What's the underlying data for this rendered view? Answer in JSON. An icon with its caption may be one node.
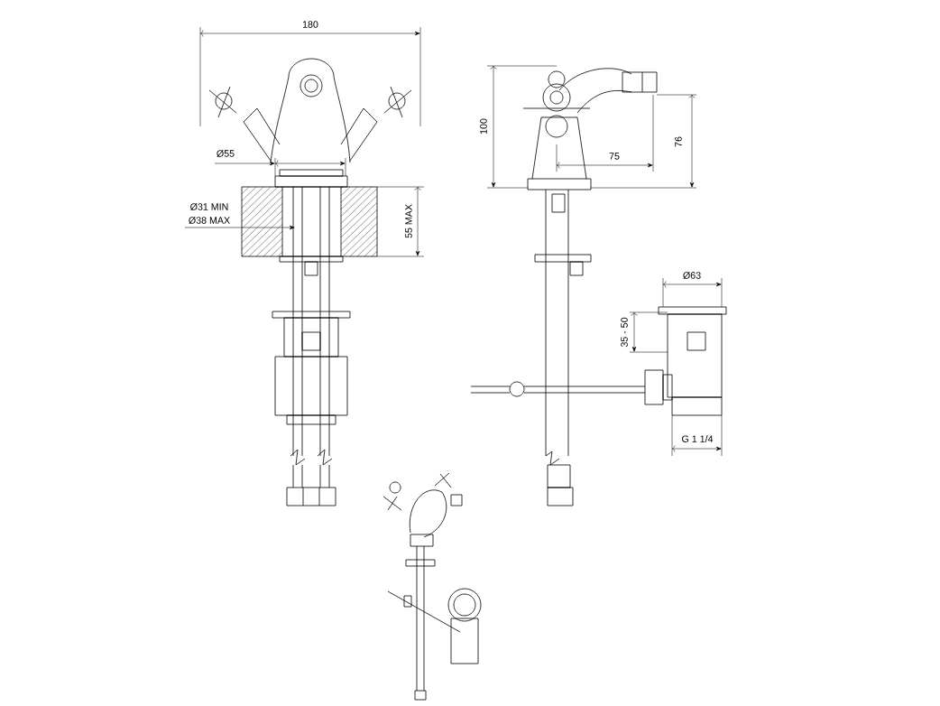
{
  "diagram": {
    "labels": [
      "180",
      "Ø55",
      "Ø31 MIN",
      "Ø38 MAX",
      "55 MAX",
      "100",
      "76",
      "75",
      "Ø63",
      "35 - 50",
      "G 1 1/4"
    ]
  }
}
